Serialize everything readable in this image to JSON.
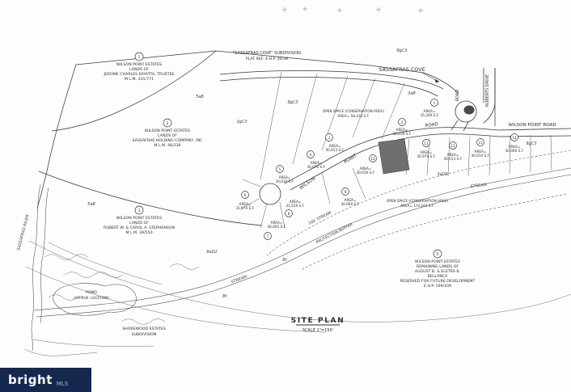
{
  "logo": {
    "brand": "bright",
    "suffix": "MLS"
  },
  "title_block": {
    "title": "SITE PLAN",
    "scale": "SCALE 1\"=150'"
  },
  "plat_note": {
    "line1": "\"SASSAFRAS COVE\" SUBDIVISION",
    "line2": "PLAT REF: E.H.P. 30/36"
  },
  "roads": {
    "sassafras_cove": "SASSAFRAS COVE",
    "roberts_drive": "ROBERTS DRIVE",
    "wilson_point_road": "WILSON POINT ROAD",
    "road_vertical": "ROAD",
    "road_mid": "ROAD",
    "point": "POINT",
    "wilson": "WILSON"
  },
  "parcels": [
    {
      "num": "1",
      "lines": [
        "WILSON POINT ESTATES",
        "LANDS OF",
        "JEROME CHARLES KAYATTA, TRUSTEE",
        "M.L.M. 331/771"
      ]
    },
    {
      "num": "2",
      "lines": [
        "WILSON POINT ESTATES",
        "LANDS OF",
        "SASSAFRAS HOLDING COMPANY, INC",
        "M.L.M. 46/336"
      ]
    },
    {
      "num": "3",
      "lines": [
        "WILSON POINT ESTATES",
        "LANDS OF",
        "ROBERT W. & CAROL A. STEPHENSON",
        "M.L.M. 39/550"
      ]
    },
    {
      "num": "5",
      "lines": [
        "WILSON POINT ESTATES",
        "REMAINING LANDS OF",
        "AUGUST B. & ELETRA B.",
        "BELLANCA",
        "RESERVED FOR FUTURE DEVELOPMENT",
        "E.H.P. 109/109"
      ]
    }
  ],
  "lots": [
    {
      "num": "1",
      "area1": "AREA=",
      "area2": "35,349 S.F."
    },
    {
      "num": "2",
      "area1": "AREA=",
      "area2": "30,018 S.F."
    },
    {
      "num": "3",
      "area1": "AREA=",
      "area2": "30,013 S.F."
    },
    {
      "num": "4",
      "area1": "AREA=",
      "area2": "30,070 S.F."
    },
    {
      "num": "5",
      "area1": "AREA=",
      "area2": "30,010 S.F."
    },
    {
      "num": "6",
      "area1": "AREA=",
      "area2": "31,579 S.F."
    },
    {
      "num": "7",
      "area1": "AREA=",
      "area2": "30,005 S.F."
    },
    {
      "num": "8",
      "area1": "AREA=",
      "area2": "31,519 S.F."
    },
    {
      "num": "9",
      "area1": "AREA=",
      "area2": "30,009 S.F."
    },
    {
      "num": "10",
      "area1": "AREA=",
      "area2": "30,016 S.F."
    },
    {
      "num": "11",
      "area1": "AREA=",
      "area2": "30,976 S.F."
    },
    {
      "num": "12",
      "area1": "AREA=",
      "area2": "30,013 S.F."
    },
    {
      "num": "13",
      "area1": "AREA=",
      "area2": "30,010 S.F."
    },
    {
      "num": "14",
      "area1": "AREA=",
      "area2": "30,006 S.F."
    }
  ],
  "open_space": {
    "upper1": "OPEN SPACE (CONSERVATION AREA)",
    "upper2": "AREA= 58,419 S.F.",
    "lower1": "OPEN SPACE (CONSERVATION AREA)",
    "lower2": "AREA= 174,161 S.F."
  },
  "labels": {
    "stream_right": "STREAM",
    "stream_left": "STREAM",
    "buffer1": "100' STREAM",
    "buffer2": "PROTECTION BUFFER",
    "pond1": "POND",
    "pond2": "(APPROX. LOCATION)",
    "shorewood1": "SHOREWOOD ESTATES",
    "shorewood2": "SUBDIVISION",
    "river": "SASSAFRAS RIVER",
    "bt1": "Bt",
    "bt2": "Bt"
  },
  "soils": [
    "5aB",
    "8gC3",
    "2gC3",
    "8gC3",
    "3aB",
    "8gC3",
    "3aD3",
    "5aB",
    "8aD2"
  ]
}
